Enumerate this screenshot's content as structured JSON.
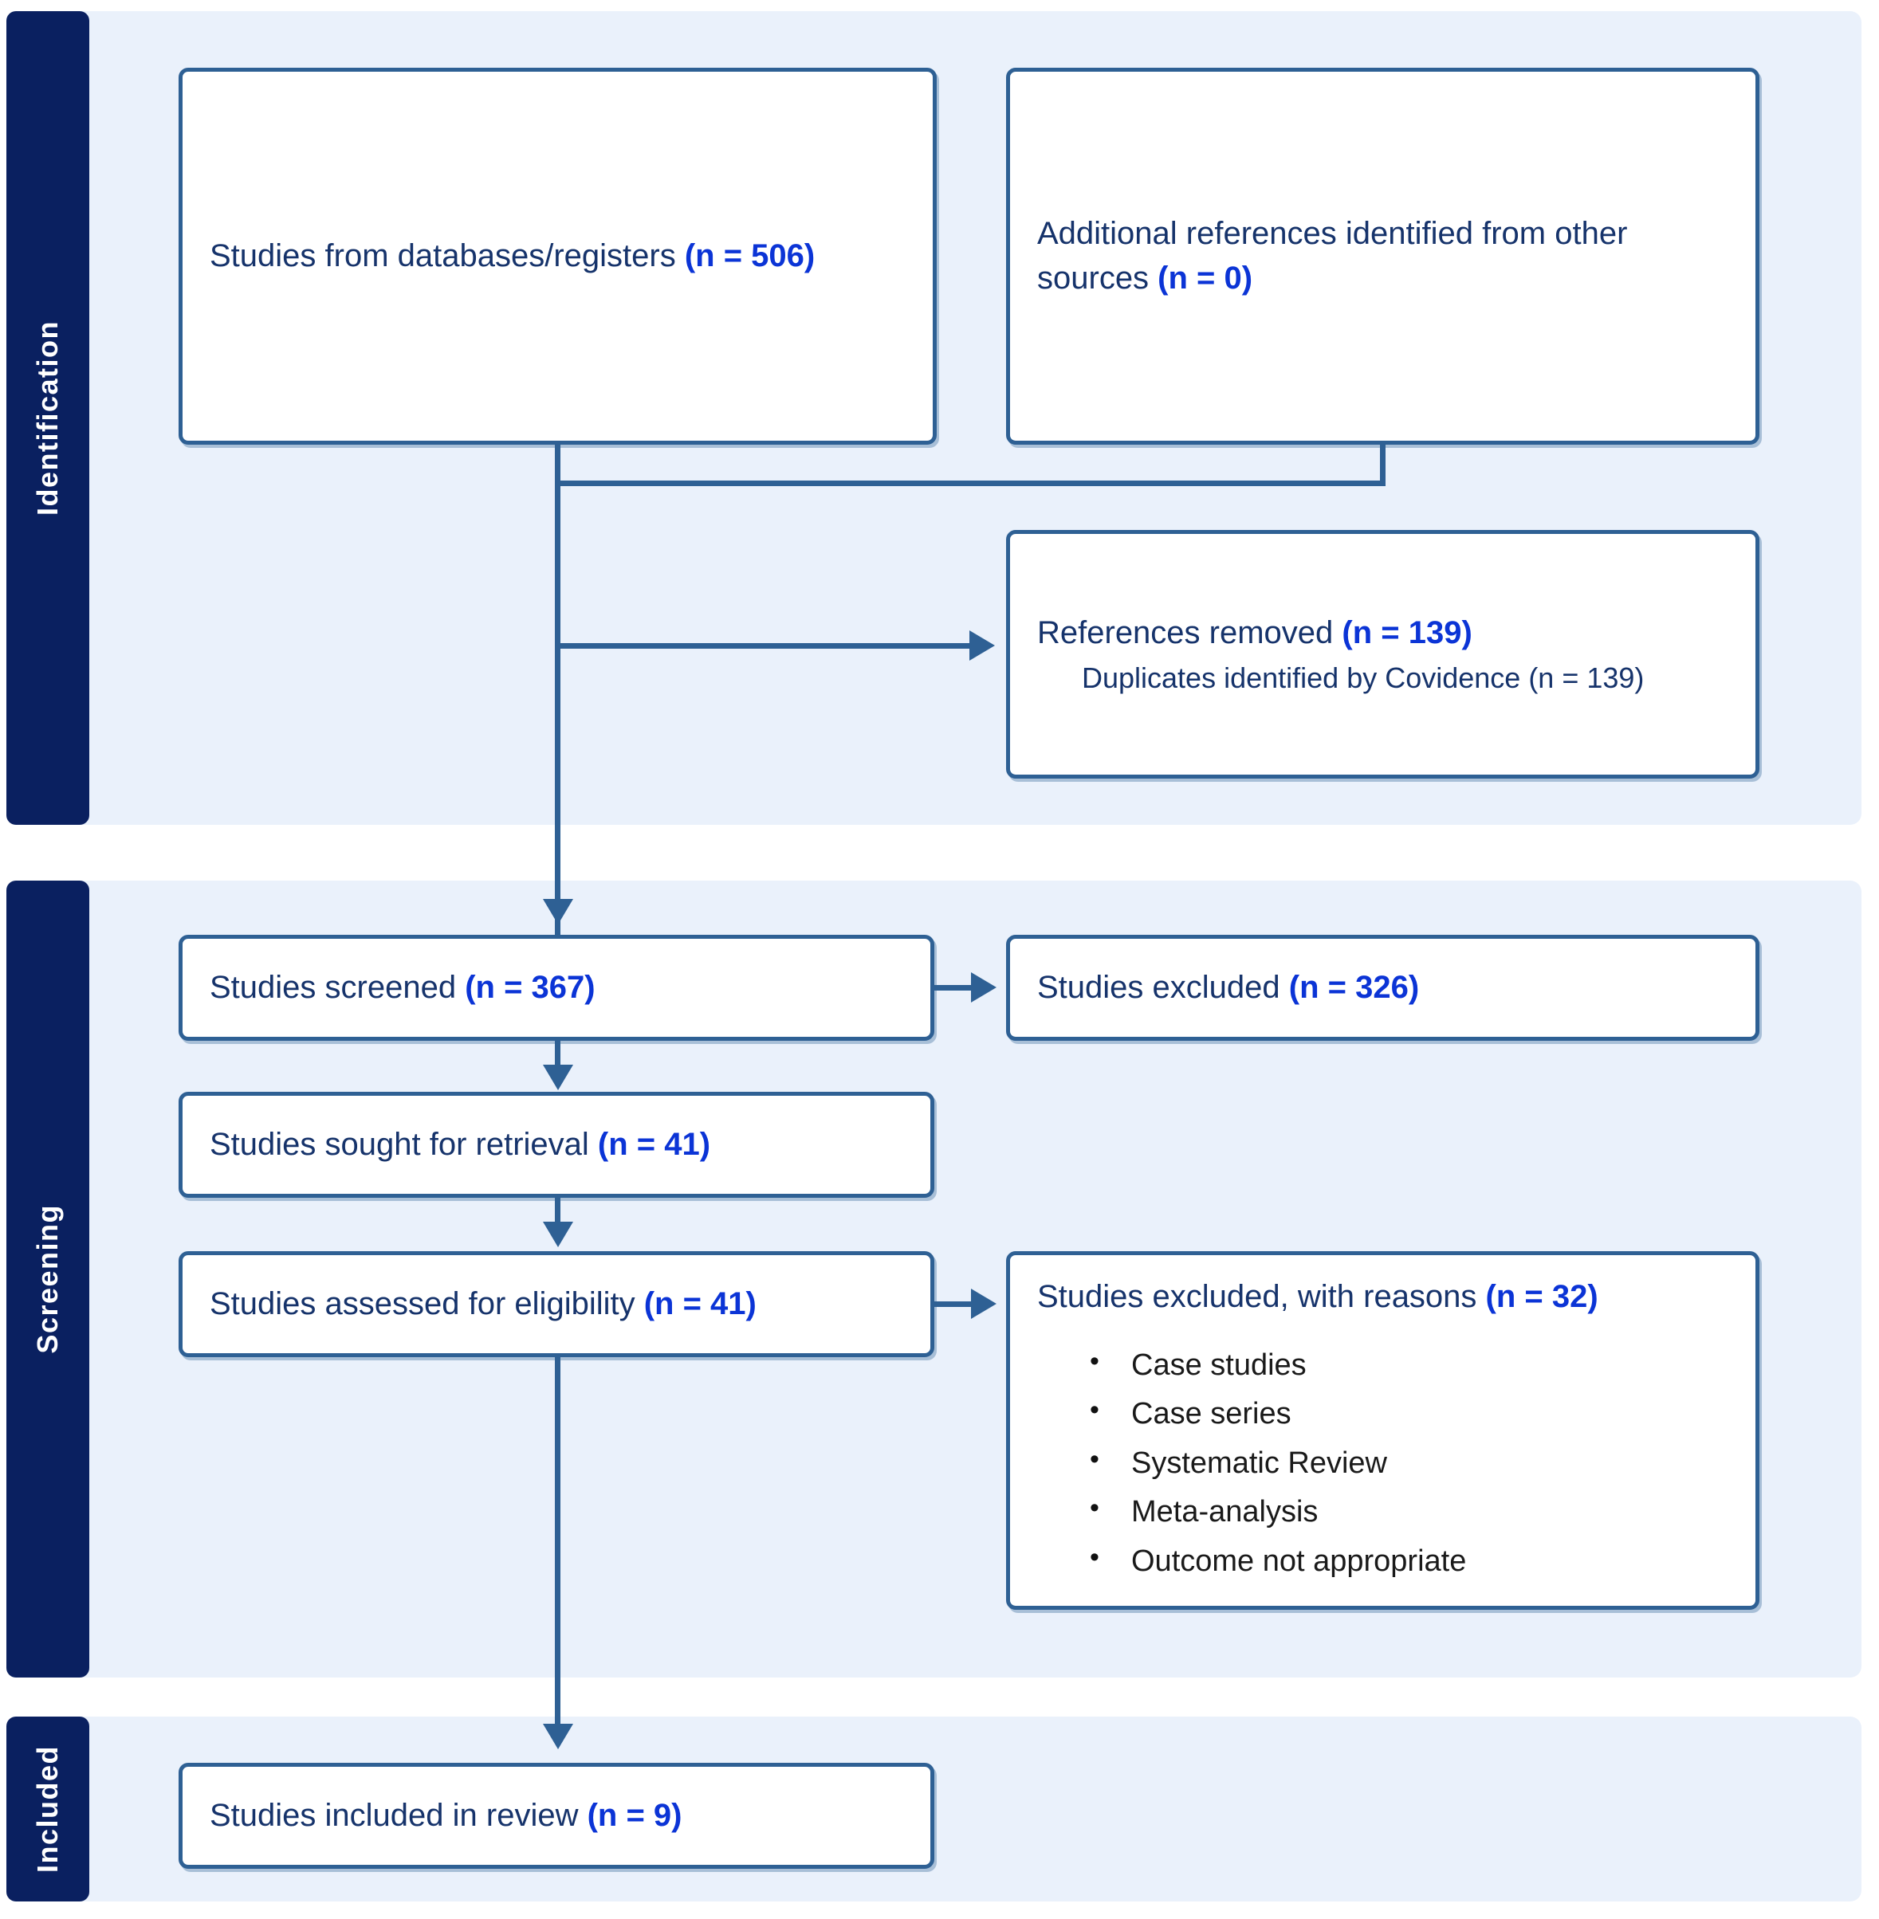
{
  "phases": {
    "identification": "Identification",
    "screening": "Screening",
    "included": "Included"
  },
  "colors": {
    "band_background": "#eaf1fb",
    "phase_label_background": "#0a2060",
    "box_border": "#2e6094",
    "label_text": "#16336b",
    "count_text": "#0b34d6",
    "page_background": "#ffffff"
  },
  "boxes": {
    "databases": {
      "label": "Studies from databases/registers ",
      "count": "(n = 506)"
    },
    "additional": {
      "label": "Additional references identified from other sources ",
      "count": "(n = 0)"
    },
    "removed": {
      "label": "References removed ",
      "count": "(n = 139)",
      "detail": "Duplicates identified by Covidence (n = 139)"
    },
    "screened": {
      "label": "Studies screened ",
      "count": "(n = 367)"
    },
    "excluded_screened": {
      "label": "Studies excluded ",
      "count": "(n = 326)"
    },
    "sought": {
      "label": "Studies sought for retrieval ",
      "count": "(n = 41)"
    },
    "assessed": {
      "label": "Studies assessed for eligibility ",
      "count": "(n = 41)"
    },
    "excluded_reasons": {
      "label": "Studies excluded, with reasons ",
      "count": "(n = 32)",
      "reasons": [
        "Case studies",
        "Case series",
        "Systematic Review",
        "Meta-analysis",
        "Outcome not appropriate"
      ]
    },
    "included": {
      "label": "Studies included in review ",
      "count": "(n = 9)"
    }
  },
  "chart_data": {
    "type": "diagram",
    "title": "PRISMA flow diagram",
    "nodes": [
      {
        "id": "databases",
        "phase": "Identification",
        "text": "Studies from databases/registers (n = 506)",
        "n": 506
      },
      {
        "id": "additional",
        "phase": "Identification",
        "text": "Additional references identified from other sources (n = 0)",
        "n": 0
      },
      {
        "id": "removed",
        "phase": "Identification",
        "text": "References removed (n = 139)",
        "n": 139
      },
      {
        "id": "screened",
        "phase": "Screening",
        "text": "Studies screened (n = 367)",
        "n": 367
      },
      {
        "id": "excluded_screened",
        "phase": "Screening",
        "text": "Studies excluded (n = 326)",
        "n": 326
      },
      {
        "id": "sought",
        "phase": "Screening",
        "text": "Studies sought for retrieval (n = 41)",
        "n": 41
      },
      {
        "id": "assessed",
        "phase": "Screening",
        "text": "Studies assessed for eligibility (n = 41)",
        "n": 41
      },
      {
        "id": "excluded_reasons",
        "phase": "Screening",
        "text": "Studies excluded, with reasons (n = 32)",
        "n": 32
      },
      {
        "id": "included",
        "phase": "Included",
        "text": "Studies included in review (n = 9)",
        "n": 9
      }
    ],
    "edges": [
      {
        "from": "databases",
        "to": "removed"
      },
      {
        "from": "additional",
        "to": "removed"
      },
      {
        "from": "databases",
        "to": "screened"
      },
      {
        "from": "screened",
        "to": "excluded_screened"
      },
      {
        "from": "screened",
        "to": "sought"
      },
      {
        "from": "sought",
        "to": "assessed"
      },
      {
        "from": "assessed",
        "to": "excluded_reasons"
      },
      {
        "from": "assessed",
        "to": "included"
      }
    ]
  }
}
